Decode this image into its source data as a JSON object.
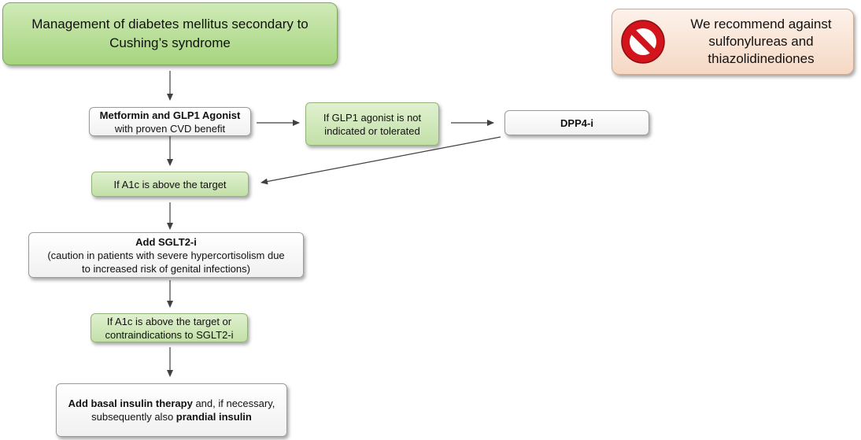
{
  "title": {
    "line1": "Management of diabetes mellitus secondary to",
    "line2": "Cushing’s syndrome"
  },
  "warning": {
    "icon": "prohibited-icon",
    "line1": "We recommend against",
    "line2": "sulfonylureas and",
    "line3": "thiazolidinediones"
  },
  "step1": {
    "bold": "Metformin and GLP1 Agonist",
    "line2": "with proven CVD benefit"
  },
  "glp1_alt": {
    "line1": "If GLP1 agonist is not",
    "line2": "indicated or tolerated"
  },
  "dpp4": {
    "label": "DPP4-i"
  },
  "cond1": {
    "label": "If A1c is above the target"
  },
  "step2": {
    "bold": "Add SGLT2-i",
    "line2": "(caution in patients with severe hypercortisolism due",
    "line3": "to increased risk of genital infections)"
  },
  "cond2": {
    "line1": "If A1c is above the target or",
    "line2": "contraindications to SGLT2-i"
  },
  "step3": {
    "bold1": "Add basal insulin therapy",
    "text1": " and, if necessary,",
    "text2": "subsequently also ",
    "bold2": "prandial insulin"
  },
  "colors": {
    "title_fill": "#a6d47e",
    "condition_fill": "#c3e0a8",
    "warning_fill": "#f5d8c4",
    "prohibited_red": "#d4141c"
  }
}
